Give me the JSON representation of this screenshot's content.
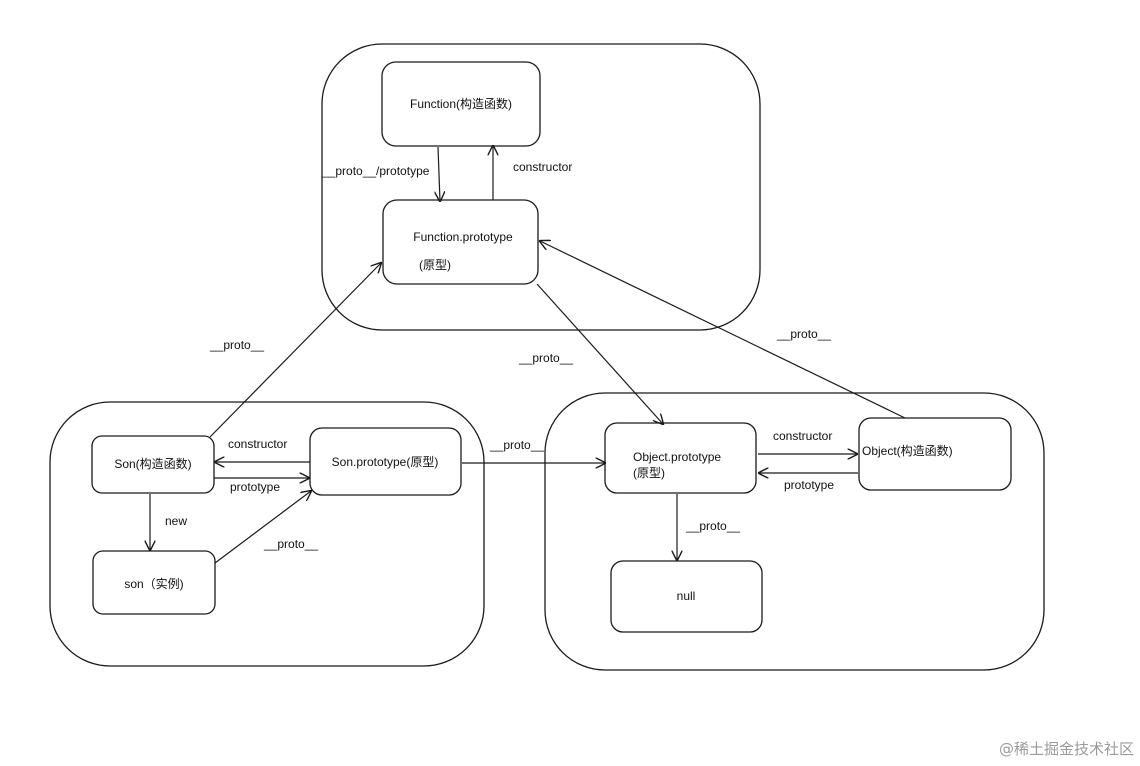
{
  "nodes": {
    "function_ctor": "Function(构造函数)",
    "function_proto": "Function.prototype",
    "function_proto_sub": "(原型)",
    "son_ctor": "Son(构造函数)",
    "son_proto": "Son.prototype(原型)",
    "son_instance": "son（实例)",
    "object_proto": "Object.prototype",
    "object_proto_sub": "(原型)",
    "object_ctor": "Object(构造函数)",
    "null": "null"
  },
  "edges": {
    "fn_proto_prototype": "__proto__/prototype",
    "fn_constructor": "constructor",
    "son_to_fnproto": "__proto__",
    "fnproto_to_objproto": "__proto__",
    "obj_to_fnproto": "__proto__",
    "son_constructor": "constructor",
    "son_prototype": "prototype",
    "son_new": "new",
    "instance_proto": "__proto__",
    "sonproto_to_objproto": "__proto__",
    "obj_constructor": "constructor",
    "obj_prototype": "prototype",
    "objproto_to_null": "__proto__"
  },
  "watermark": "@稀土掘金技术社区"
}
